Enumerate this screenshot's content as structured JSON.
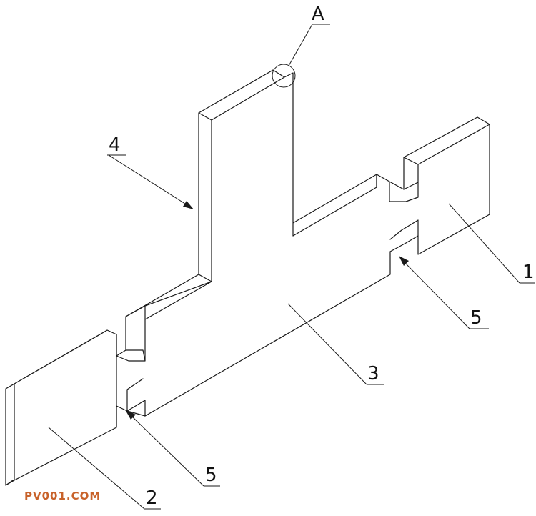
{
  "labels": {
    "detail": "A",
    "part1": "1",
    "part2": "2",
    "part3": "3",
    "part4": "4",
    "part5_right": "5",
    "part5_left": "5"
  },
  "watermark": "PV001.COM"
}
